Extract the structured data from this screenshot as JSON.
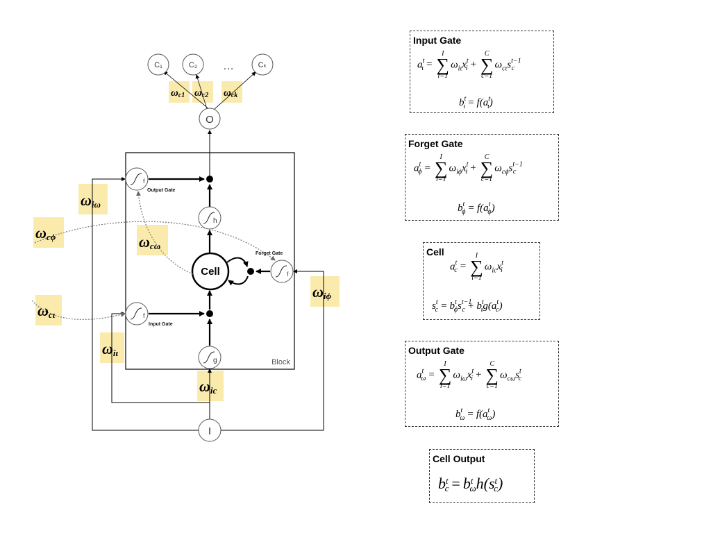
{
  "diagram": {
    "title": "LSTM memory block",
    "nodes": {
      "outputs": [
        "C₁",
        "C₂",
        "Cₖ"
      ],
      "ellipsis": "…",
      "output_node": "O",
      "input_node": "I",
      "cell": "Cell",
      "block_label": "Block",
      "activation_f": "f",
      "activation_g": "g",
      "activation_h": "h"
    },
    "gate_labels": {
      "output_gate": "Output Gate",
      "forget_gate": "Forget Gate",
      "input_gate": "Input Gate"
    },
    "weights": {
      "c1": {
        "sym": "ω",
        "sub": "c1"
      },
      "c2": {
        "sym": "ω",
        "sub": "c2"
      },
      "ck": {
        "sym": "ω",
        "sub": "ck"
      },
      "i_omega": {
        "sym": "ω",
        "sub": "iω"
      },
      "c_phi": {
        "sym": "ω",
        "sub": "cϕ"
      },
      "c_omega": {
        "sym": "ω",
        "sub": "cω"
      },
      "i_phi": {
        "sym": "ω",
        "sub": "iϕ"
      },
      "c_iota": {
        "sym": "ω",
        "sub": "cι"
      },
      "i_iota": {
        "sym": "ω",
        "sub": "iι"
      },
      "ic": {
        "sym": "ω",
        "sub": "ic"
      }
    },
    "highlight_color": "#f9e79f"
  },
  "formulas": {
    "input_gate": {
      "title": "Input Gate",
      "eq1": "aᵢᵗ = Σ(i=1..I) ωᵢᵢ xᵢᵗ + Σ(c=1..C) ωcι scᵗ⁻¹",
      "eq2": "bιᵗ = f(aιᵗ)"
    },
    "forget_gate": {
      "title": "Forget Gate",
      "eq1": "aϕᵗ = Σ(i=1..I) ωiϕ xᵢᵗ + Σ(c=1..C) ωcϕ scᵗ⁻¹",
      "eq2": "bϕᵗ = f(aϕᵗ)"
    },
    "cell": {
      "title": "Cell",
      "eq1": "acᵗ = Σ(i=1..I) ωic xᵢᵗ",
      "eq2": "scᵗ = bϕᵗ scᵗ⁻¹ + bιᵗ g(acᵗ)"
    },
    "output_gate": {
      "title": "Output Gate",
      "eq1": "aωᵗ = Σ(i=1..I) ωiω xᵢᵗ + Σ(c=1..C) ωcω scᵗ",
      "eq2": "bωᵗ = f(aωᵗ)"
    },
    "cell_output": {
      "title": "Cell Output",
      "eq1": "bcᵗ = bωᵗ h(scᵗ)"
    },
    "sym": {
      "t": "t",
      "tm1": "t−1",
      "I": "I",
      "C": "C",
      "i1": "i=1",
      "c1": "c=1",
      "eq": "=",
      "plus": "+",
      "sigma": "∑",
      "omega": "ω",
      "phi": "ϕ",
      "iota": "ι"
    }
  }
}
